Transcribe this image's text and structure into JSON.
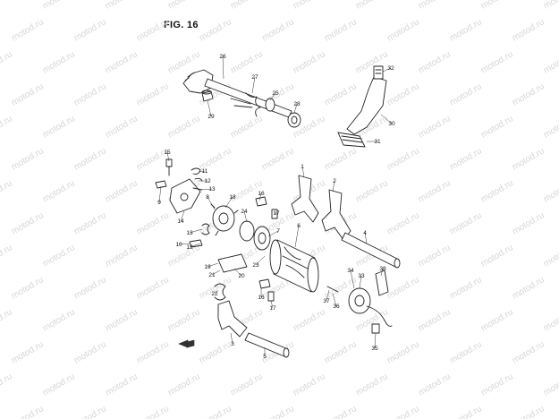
{
  "figure": {
    "title": "FIG. 16"
  },
  "watermark": {
    "text": "motod.ru"
  },
  "callouts": [
    "1",
    "2",
    "3",
    "4",
    "5",
    "6",
    "7",
    "8",
    "9",
    "10",
    "11",
    "12",
    "13",
    "14",
    "15",
    "16",
    "17",
    "18",
    "19",
    "20",
    "21",
    "22",
    "23",
    "24",
    "25",
    "26",
    "27",
    "28",
    "29",
    "30",
    "31",
    "32",
    "33",
    "34",
    "35",
    "36",
    "37",
    "38"
  ],
  "colors": {
    "line": "#222222",
    "watermark": "#d7d7d7",
    "background": "#ffffff"
  }
}
